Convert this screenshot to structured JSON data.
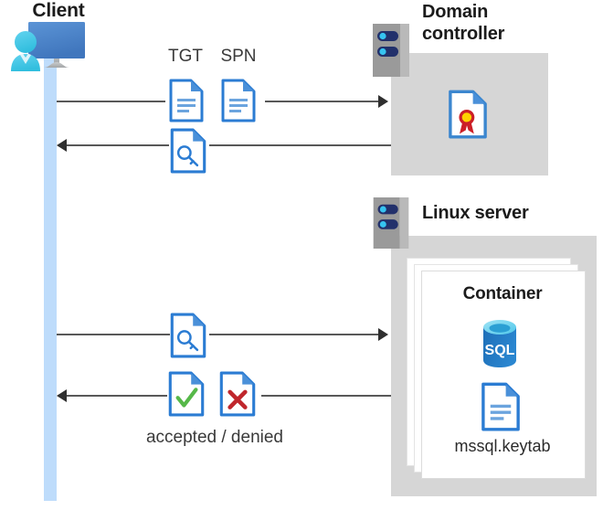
{
  "diagram": {
    "title": "Kerberos authentication flow between Client, Domain controller and Linux server container"
  },
  "client": {
    "label": "Client",
    "icon": "client-computer-user-icon",
    "lifeline_color": "#bedcfb"
  },
  "flows": [
    {
      "id": "flow-1",
      "direction": "right",
      "icons": [
        "tgt-document-icon",
        "spn-document-icon"
      ],
      "captions": [
        "TGT",
        "SPN"
      ]
    },
    {
      "id": "flow-2",
      "direction": "left",
      "icons": [
        "ticket-key-document-icon"
      ],
      "captions": []
    },
    {
      "id": "flow-3",
      "direction": "right",
      "icons": [
        "ticket-key-document-icon"
      ],
      "captions": []
    },
    {
      "id": "flow-4",
      "direction": "left",
      "icons": [
        "accepted-check-document-icon",
        "denied-cross-document-icon"
      ],
      "captions": [
        "accepted / denied"
      ]
    }
  ],
  "labels": {
    "tgt": "TGT",
    "spn": "SPN",
    "accepted_denied": "accepted / denied"
  },
  "domain_controller": {
    "title_line1": "Domain",
    "title_line2": "controller",
    "server_icon": "server-rack-icon",
    "content_icon": "certificate-document-icon",
    "panel_color": "#d6d6d6"
  },
  "linux_server": {
    "title": "Linux server",
    "server_icon": "server-rack-icon",
    "panel_color": "#d6d6d6",
    "container": {
      "title": "Container",
      "sql_icon": "sql-database-icon",
      "sql_label": "SQL",
      "keytab_icon": "keytab-document-icon",
      "keytab_label": "mssql.keytab",
      "card_count": 3
    }
  },
  "colors": {
    "doc_blue": "#2b7cd3",
    "doc_fold": "#4a90d9",
    "panel_gray": "#d6d6d6",
    "server_gray": "#9a9a9a",
    "server_navy": "#22306b",
    "server_dot": "#36c3f0",
    "lifeline": "#bedcfb",
    "arrow": "#585858",
    "check_green": "#56b849",
    "cross_red": "#c0272d",
    "ribbon_red": "#cc1f27",
    "ribbon_gold": "#ffd200",
    "sql_blue": "#1d6fb8"
  }
}
